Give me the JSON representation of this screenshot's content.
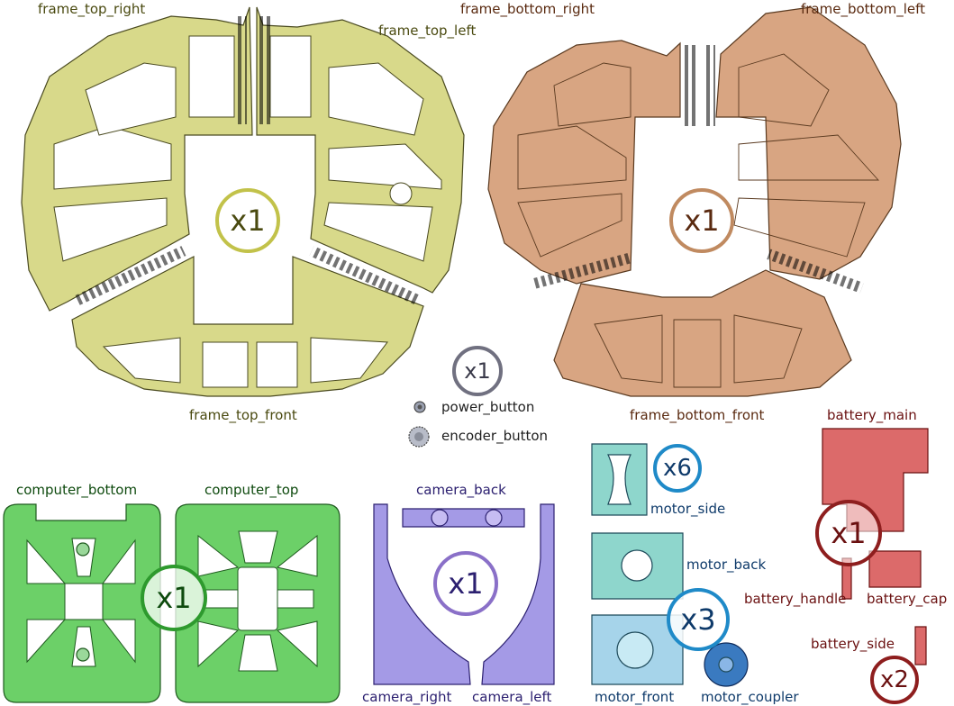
{
  "colors": {
    "frame_top": "#d8d98a",
    "frame_top_text": "#4a4a10",
    "frame_top_badge": "#c2c24a",
    "frame_bottom": "#d8a582",
    "frame_bottom_text": "#5a2a10",
    "frame_bottom_badge": "#c08a60",
    "computer": "#6cd068",
    "computer_text": "#0e4a0e",
    "computer_badge": "#2e9a2e",
    "camera": "#a49ae6",
    "camera_text": "#2c2070",
    "camera_badge": "#8a70c8",
    "motor": "#8ed6cc",
    "motor_text": "#0e3a6a",
    "motor_badge": "#1f8ac8",
    "battery": "#dc6a6a",
    "battery_text": "#6a1010",
    "battery_badge": "#8e1e1e",
    "button_badge": "#707080",
    "button_text": "#202020"
  },
  "groups": {
    "frame_top": {
      "quantity": "x1",
      "labels": {
        "right": "frame_top_right",
        "left": "frame_top_left",
        "front": "frame_top_front"
      }
    },
    "frame_bottom": {
      "quantity": "x1",
      "labels": {
        "right": "frame_bottom_right",
        "left": "frame_bottom_left",
        "front": "frame_bottom_front"
      }
    },
    "buttons": {
      "quantity": "x1",
      "labels": {
        "power": "power_button",
        "encoder": "encoder_button"
      }
    },
    "computer": {
      "quantity": "x1",
      "labels": {
        "bottom": "computer_bottom",
        "top": "computer_top"
      }
    },
    "camera": {
      "quantity": "x1",
      "labels": {
        "back": "camera_back",
        "right": "camera_right",
        "left": "camera_left"
      }
    },
    "motor_side": {
      "quantity": "x6",
      "labels": {
        "side": "motor_side"
      }
    },
    "motor_parts": {
      "quantity": "x3",
      "labels": {
        "back": "motor_back",
        "front": "motor_front",
        "coupler": "motor_coupler"
      }
    },
    "battery": {
      "quantity": "x1",
      "labels": {
        "main": "battery_main",
        "handle": "battery_handle",
        "cap": "battery_cap"
      }
    },
    "battery_side": {
      "quantity": "x2",
      "labels": {
        "side": "battery_side"
      }
    }
  }
}
